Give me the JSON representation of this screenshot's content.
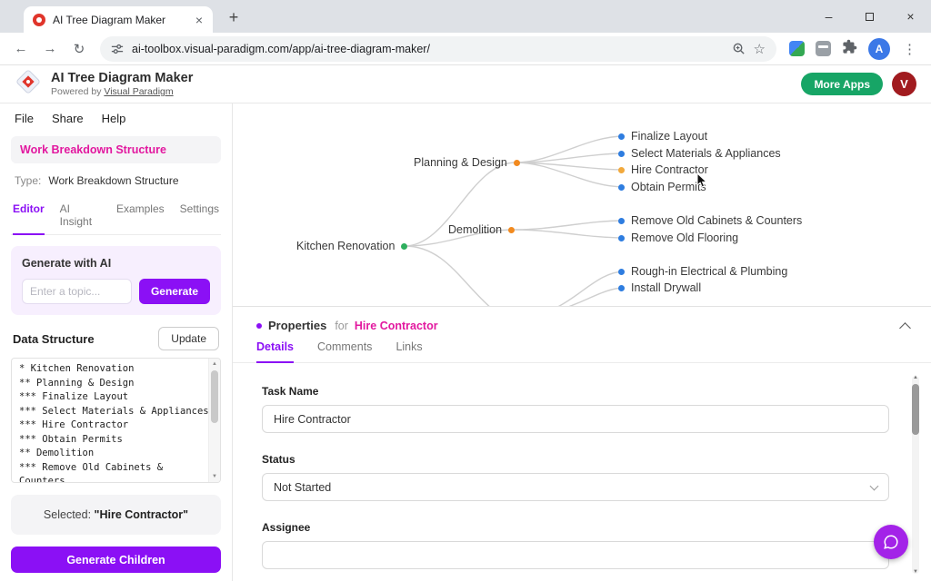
{
  "icons": {
    "close": "×",
    "plus": "+",
    "minimize": "–",
    "menu": "⋮",
    "back": "←",
    "forward": "→",
    "reload": "↻",
    "star": "☆",
    "scroll_up": "▲",
    "scroll_down": "▼"
  },
  "colors": {
    "accent_purple": "#8b10f5",
    "magenta": "#e2189f",
    "more_apps_green": "#17a566",
    "avatar_red": "#a11b1f",
    "avatar_blue": "#3b78e7",
    "root_dot": "#2eaf5e",
    "branch_dot": "#f28a1f",
    "leaf_dot": "#2e7de0",
    "selected_dot": "#f2a93c"
  },
  "browser": {
    "tab_title": "AI Tree Diagram Maker",
    "url": "ai-toolbox.visual-paradigm.com/app/ai-tree-diagram-maker/",
    "profile_initial": "A"
  },
  "header": {
    "app_title": "AI Tree Diagram Maker",
    "powered_by": "Powered by",
    "powered_by_link": "Visual Paradigm",
    "more_apps": "More Apps",
    "avatar_initial": "V"
  },
  "menubar": {
    "items": [
      "File",
      "Share",
      "Help"
    ]
  },
  "sidebar": {
    "doc_title": "Work Breakdown Structure",
    "type_label": "Type:",
    "type_value": "Work Breakdown Structure",
    "tabs": [
      "Editor",
      "AI Insight",
      "Examples",
      "Settings"
    ],
    "generate_panel": {
      "title": "Generate with AI",
      "placeholder": "Enter a topic...",
      "button": "Generate"
    },
    "data_structure": {
      "title": "Data Structure",
      "update_button": "Update",
      "lines": [
        "* Kitchen Renovation",
        "** Planning & Design",
        "*** Finalize Layout",
        "*** Select Materials & Appliances",
        "*** Hire Contractor",
        "*** Obtain Permits",
        "** Demolition",
        "*** Remove Old Cabinets &",
        "Counters"
      ]
    },
    "selected_label": "Selected:",
    "selected_value": "\"Hire Contractor\"",
    "generate_children": "Generate Children"
  },
  "diagram": {
    "nodes": [
      {
        "label": "Kitchen Renovation",
        "type": "root"
      },
      {
        "label": "Planning & Design",
        "type": "branch"
      },
      {
        "label": "Demolition",
        "type": "branch"
      },
      {
        "label": "Finalize Layout",
        "type": "leaf"
      },
      {
        "label": "Select Materials & Appliances",
        "type": "leaf"
      },
      {
        "label": "Hire Contractor",
        "type": "selected"
      },
      {
        "label": "Obtain Permits",
        "type": "leaf"
      },
      {
        "label": "Remove Old Cabinets & Counters",
        "type": "leaf"
      },
      {
        "label": "Remove Old Flooring",
        "type": "leaf"
      },
      {
        "label": "Rough-in Electrical & Plumbing",
        "type": "leaf"
      },
      {
        "label": "Install Drywall",
        "type": "leaf"
      }
    ]
  },
  "properties": {
    "title": "Properties",
    "for_label": "for",
    "target": "Hire Contractor",
    "tabs": [
      "Details",
      "Comments",
      "Links"
    ],
    "fields": [
      {
        "label": "Task Name",
        "value": "Hire Contractor"
      },
      {
        "label": "Status",
        "value": "Not Started"
      },
      {
        "label": "Assignee",
        "value": ""
      }
    ]
  }
}
